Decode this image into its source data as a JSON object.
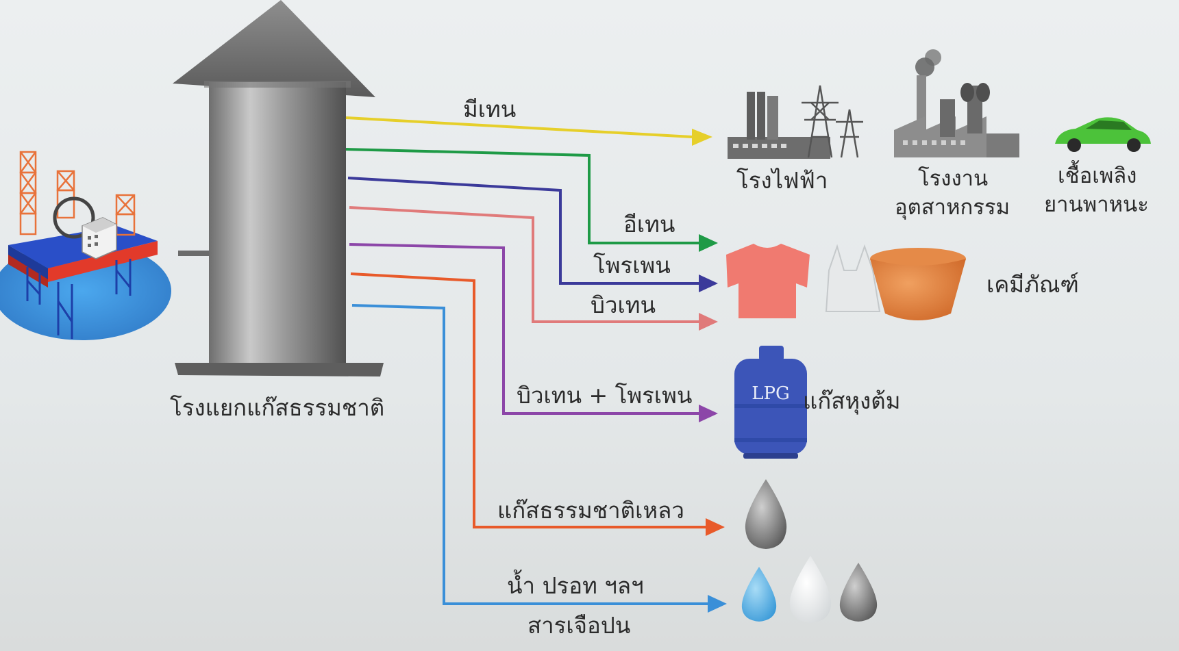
{
  "plant": {
    "label": "โรงแยกแก๊สธรรมชาติ"
  },
  "streams": [
    {
      "id": "methane",
      "label": "มีเทน",
      "color": "#e6cf2a"
    },
    {
      "id": "ethane",
      "label": "อีเทน",
      "color": "#1e9a46"
    },
    {
      "id": "propane",
      "label": "โพรเพน",
      "color": "#3b3a9a"
    },
    {
      "id": "butane",
      "label": "บิวเทน",
      "color": "#e07a7a"
    },
    {
      "id": "butprop",
      "label": "บิวเทน + โพรเพน",
      "color": "#8c46a8"
    },
    {
      "id": "ngl",
      "label": "แก๊สธรรมชาติเหลว",
      "color": "#e85a2a"
    },
    {
      "id": "impurity",
      "label": "น้ำ ปรอท ฯลฯ",
      "color": "#3a8fd8"
    }
  ],
  "impurity_caption": "สารเจือปน",
  "products": {
    "power_plant": "โรงไฟฟ้า",
    "industry_line1": "โรงงาน",
    "industry_line2": "อุตสาหกรรม",
    "fuel_line1": "เชื้อเพลิง",
    "fuel_line2": "ยานพาหนะ",
    "chemicals": "เคมีภัณฑ์",
    "lpg": "แก๊สหุงต้ม",
    "lpg_tank_text": "LPG"
  },
  "colors": {
    "tower": "#8a8a8a",
    "sea": "#2e86d8",
    "platform_red": "#e23a2a",
    "platform_blue": "#2a4fc8",
    "derrick": "#e8723a",
    "shirt": "#f07a70",
    "car": "#4cc23a",
    "lpg_tank": "#3c55b8"
  }
}
